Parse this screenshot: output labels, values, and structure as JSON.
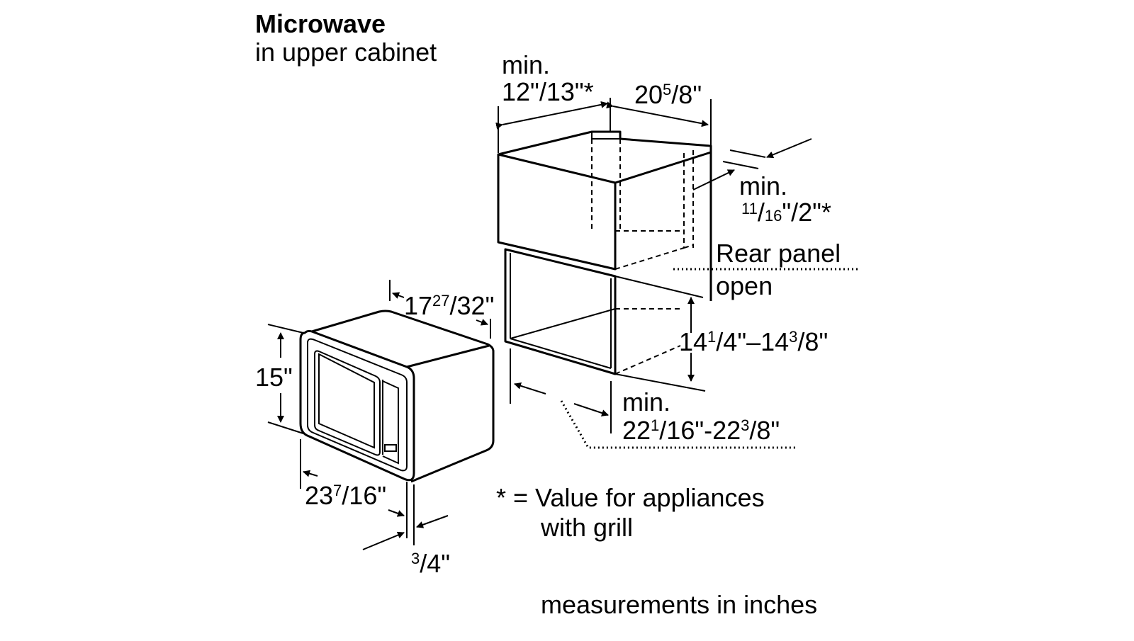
{
  "title": "Microwave",
  "subtitle": "in upper cabinet",
  "labels": {
    "cab_width_min": "min.",
    "cab_width_val": "12\"/13\"*",
    "cab_depth_whole": "20",
    "cab_depth_num": "5",
    "cab_depth_den": "/8\"",
    "gap_min": "min.",
    "gap_num": "11",
    "gap_mid": "/",
    "gap_den": "16",
    "gap_rest": "\"/2\"*",
    "rear_panel_1": "Rear panel",
    "rear_panel_2": "open",
    "height_a_whole": "14",
    "height_a_num": "1",
    "height_a_den": "/4\"–14",
    "height_b_num": "3",
    "height_b_den": "/8\"",
    "niche_min": "min.",
    "niche_whole": "22",
    "niche_num": "1",
    "niche_den": "/16\"-22",
    "niche_num2": "3",
    "niche_den2": "/8\"",
    "mw_depth_whole": "17",
    "mw_depth_num": "27",
    "mw_depth_den": "/32\"",
    "mw_height": "15\"",
    "mw_width_whole": "23",
    "mw_width_num": "7",
    "mw_width_den": "/16\"",
    "frame_num": "3",
    "frame_den": "/4\"",
    "note_line1": "* = Value for appliances",
    "note_line2": "with grill",
    "footer": "measurements in inches"
  }
}
